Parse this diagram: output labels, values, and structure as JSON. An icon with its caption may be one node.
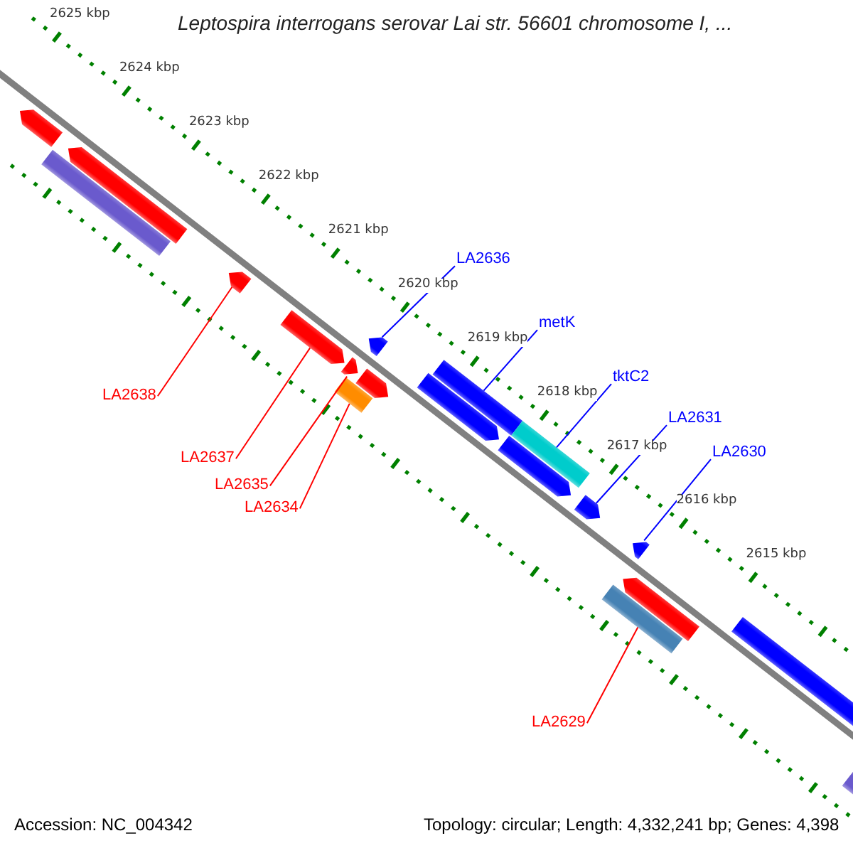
{
  "diagram": {
    "title": "Leptospira interrogans serovar Lai str. 56601 chromosome I, ...",
    "nodes": [
      {
        "text": [
          "LA2636"
        ]
      },
      {
        "text": [
          "metK"
        ]
      },
      {
        "text": [
          "tktC2"
        ]
      },
      {
        "text": [
          "LA2631"
        ]
      },
      {
        "text": [
          "LA2630"
        ]
      },
      {
        "text": [
          "LA2638"
        ]
      },
      {
        "text": [
          "LA2637"
        ]
      },
      {
        "text": [
          "LA2635"
        ]
      },
      {
        "text": [
          "LA2634"
        ]
      },
      {
        "text": [
          "LA2629"
        ]
      },
      {
        "text": [],
        "shape": "bar"
      },
      {
        "text": [],
        "shape": "bar"
      },
      {
        "text": [],
        "shape": "bar"
      },
      {
        "text": [],
        "shape": "bar"
      },
      {
        "text": [],
        "shape": "bar"
      },
      {
        "text": [],
        "shape": "bar"
      },
      {
        "text": [],
        "shape": "bar"
      },
      {
        "text": [],
        "shape": "bar"
      },
      {
        "text": [],
        "shape": "bar"
      },
      {
        "text": [],
        "shape": "bar"
      },
      {
        "text": [],
        "shape": "bar"
      },
      {
        "text": [],
        "shape": "bar"
      },
      {
        "text": [],
        "shape": "bar"
      },
      {
        "text": [],
        "shape": "bar"
      },
      {
        "text": [],
        "shape": "bar"
      },
      {
        "text": [],
        "shape": "bar"
      },
      {
        "text": [],
        "shape": "bar"
      },
      {
        "text": [],
        "shape": "bar"
      },
      {
        "text": [],
        "shape": "bar"
      }
    ],
    "edges": [
      {
        "from": 0,
        "to": 18,
        "arrow": "none",
        "color": "#0000ff"
      },
      {
        "from": 1,
        "to": 20,
        "arrow": "none",
        "color": "#0000ff"
      },
      {
        "from": 2,
        "to": 22,
        "arrow": "none",
        "color": "#0000ff"
      },
      {
        "from": 3,
        "to": 23,
        "arrow": "none",
        "color": "#0000ff"
      },
      {
        "from": 4,
        "to": 26,
        "arrow": "none",
        "color": "#0000ff"
      },
      {
        "from": 5,
        "to": 13,
        "arrow": "none",
        "color": "#ff0000"
      },
      {
        "from": 6,
        "to": 14,
        "arrow": "none",
        "color": "#ff0000"
      },
      {
        "from": 7,
        "to": 16,
        "arrow": "none",
        "color": "#ff0000"
      },
      {
        "from": 8,
        "to": 15,
        "arrow": "none",
        "color": "#ff0000"
      },
      {
        "from": 9,
        "to": 24,
        "arrow": "none",
        "color": "#ff0000"
      }
    ],
    "labels": [
      "2625 kbp",
      "2624 kbp",
      "2623 kbp",
      "2622 kbp",
      "2621 kbp",
      "2620 kbp",
      "2619 kbp",
      "2618 kbp",
      "2617 kbp",
      "2616 kbp",
      "2615 kbp",
      "Accession: NC_004342",
      "Topology: circular; Length: 4,332,241 bp; Genes: 4,398"
    ]
  }
}
